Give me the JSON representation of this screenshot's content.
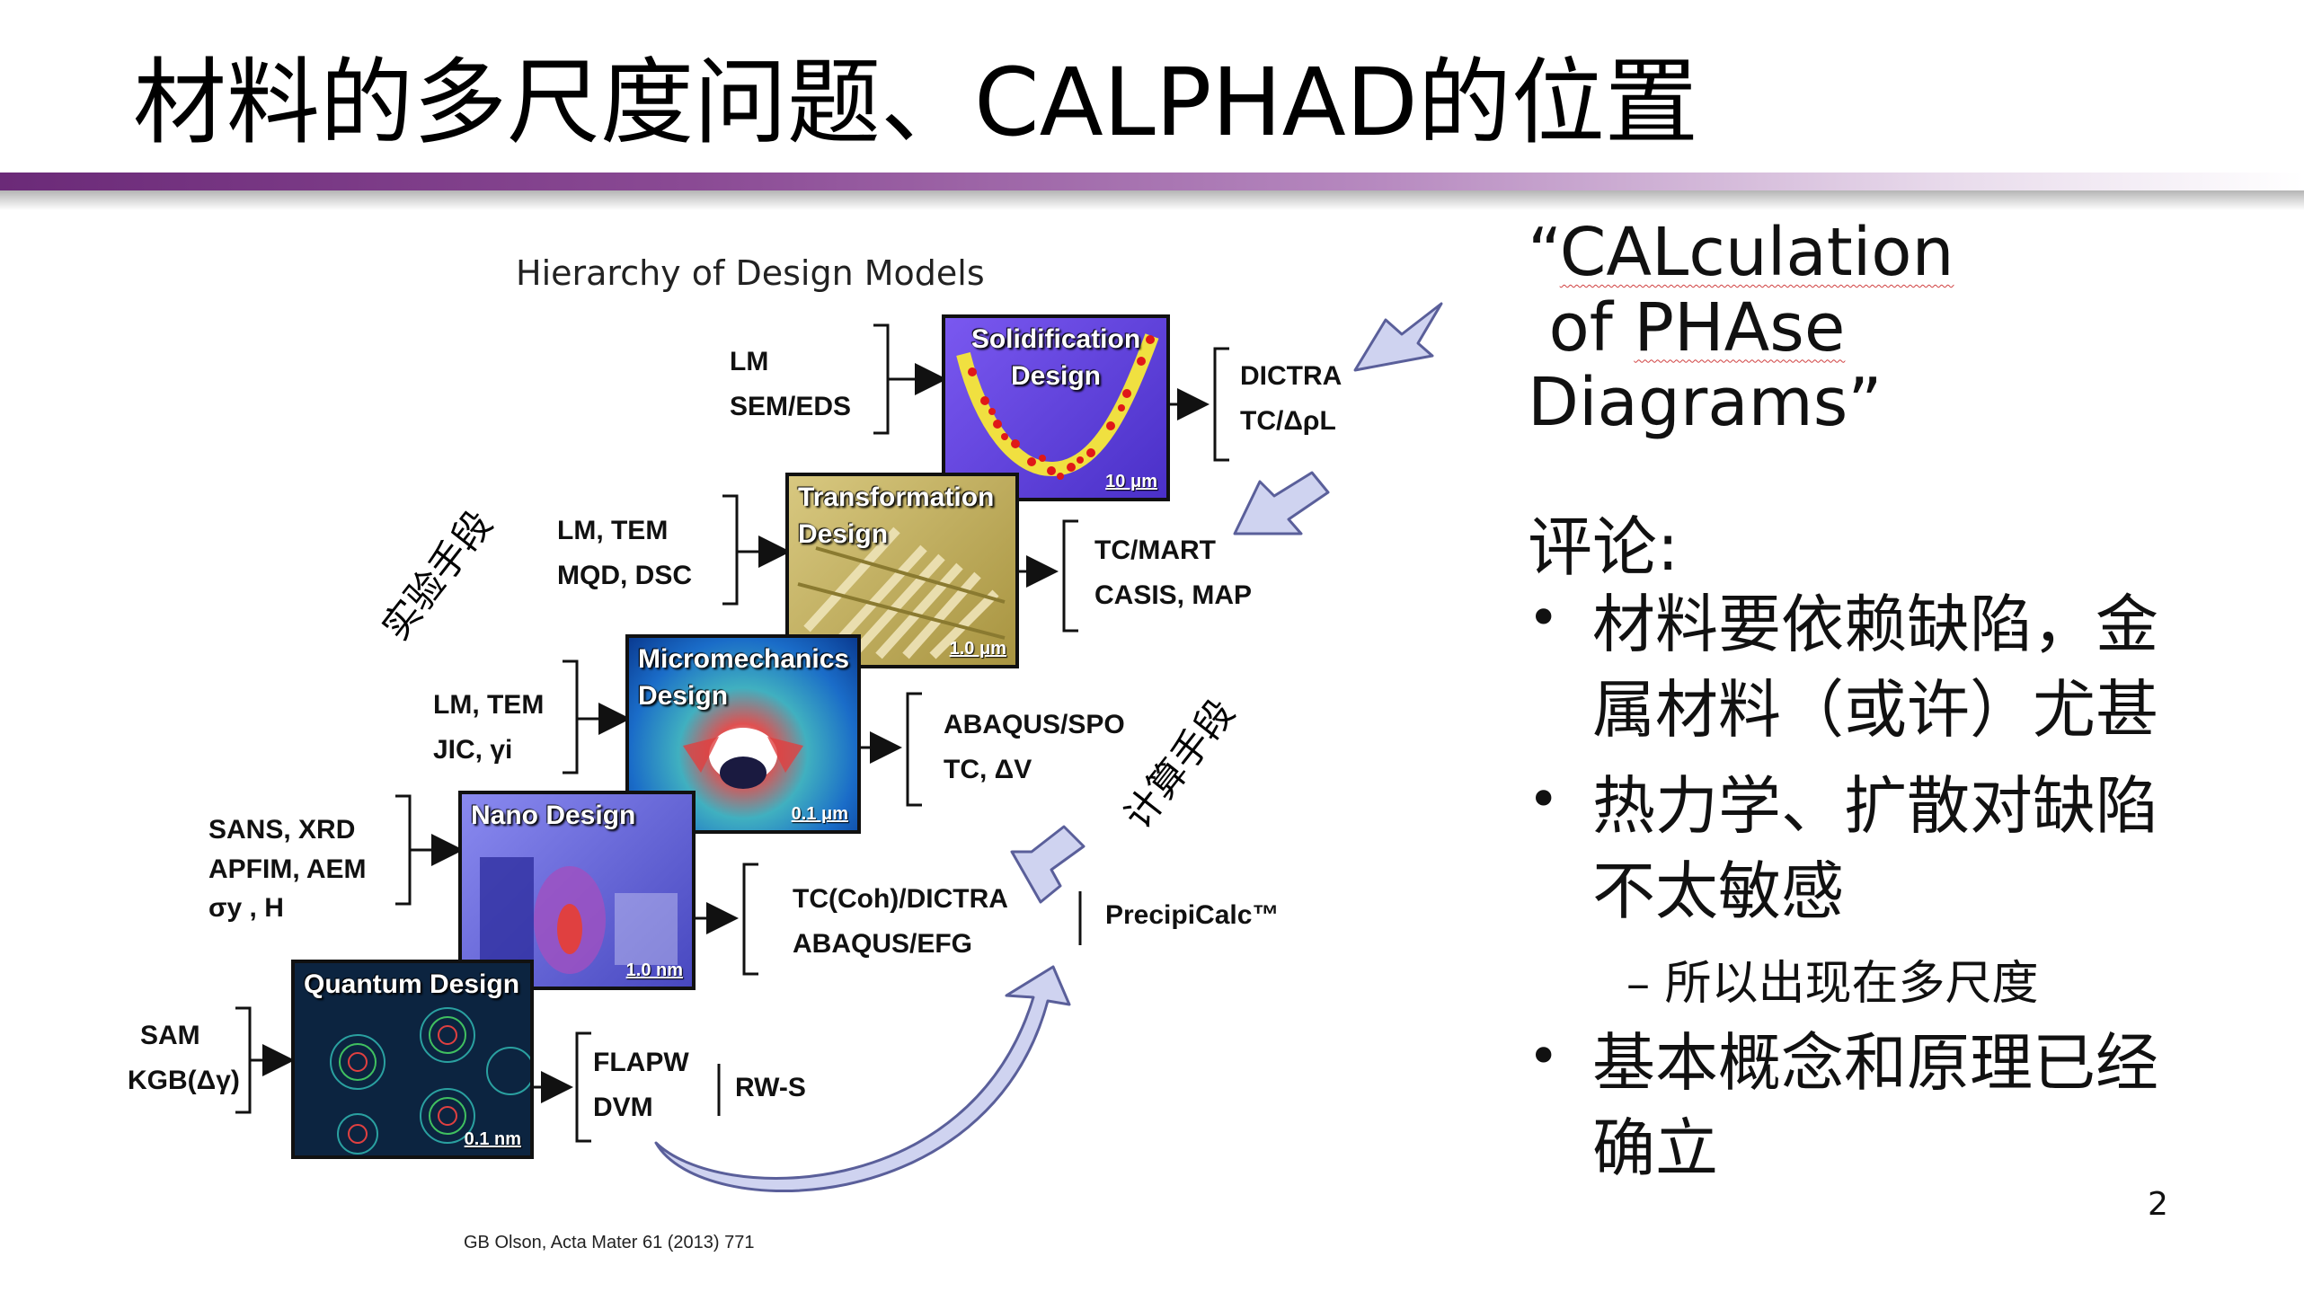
{
  "slide": {
    "title": "材料的多尺度问题、CALPHAD的位置",
    "page_number": "2",
    "citation": "GB Olson, Acta Mater 61 (2013) 771"
  },
  "diagram": {
    "title": "Hierarchy of Design Models",
    "experimental_label": "实验手段",
    "computational_label": "计算手段",
    "levels": [
      {
        "name": "Solidification Design",
        "name_lines": [
          "Solidification",
          "Design"
        ],
        "scale": "10 μm",
        "inputs": [
          "LM",
          "SEM/EDS"
        ],
        "outputs": [
          "DICTRA",
          "TC/ΔρL"
        ],
        "extra": ""
      },
      {
        "name": "Transformation Design",
        "name_lines": [
          "Transformation",
          "Design"
        ],
        "scale": "1.0 μm",
        "inputs": [
          "LM, TEM",
          "MQD, DSC"
        ],
        "outputs": [
          "TC/MART",
          "CASIS, MAP"
        ],
        "extra": ""
      },
      {
        "name": "Micromechanics Design",
        "name_lines": [
          "Micromechanics",
          "Design"
        ],
        "scale": "0.1 μm",
        "inputs": [
          "LM, TEM",
          "JIC, γi"
        ],
        "outputs": [
          "ABAQUS/SPO",
          "TC, ΔV"
        ],
        "extra": ""
      },
      {
        "name": "Nano Design",
        "name_lines": [
          "Nano Design"
        ],
        "scale": "1.0 nm",
        "inputs": [
          "SANS, XRD",
          "APFIM, AEM",
          "σy , H"
        ],
        "outputs": [
          "TC(Coh)/DICTRA",
          "ABAQUS/EFG"
        ],
        "extra": "PrecipiCalc™"
      },
      {
        "name": "Quantum Design",
        "name_lines": [
          "Quantum Design"
        ],
        "scale": "0.1 nm",
        "inputs": [
          "SAM",
          "KGB(Δγ)"
        ],
        "outputs": [
          "FLAPW",
          "DVM"
        ],
        "extra": "RW-S"
      }
    ]
  },
  "right_panel": {
    "quote_open": "“",
    "quote_words": [
      "CALculation",
      " of ",
      "PHAse"
    ],
    "quote_line2": "Diagrams”",
    "comment_label": "评论:",
    "bullets": [
      {
        "text_lines": [
          "材料要依赖缺陷，金",
          "属材料（或许）尤甚"
        ]
      },
      {
        "text_lines": [
          "热力学、扩散对缺陷",
          "不太敏感"
        ]
      },
      {
        "text_lines": [
          "基本概念和原理已经",
          "确立"
        ]
      }
    ],
    "sub_bullet": "– 所以出现在多尺度"
  },
  "colors": {
    "title_bar": "#6b2a78",
    "arrow_fill": "#cfd3f0",
    "arrow_stroke": "#5a5f9a",
    "tile_solidification": "#6a4ce0",
    "tile_transformation": "#c8b86a",
    "tile_micromechanics": "#1f78c8",
    "tile_nano": "#5a5ad0",
    "tile_quantum": "#0c2440"
  }
}
